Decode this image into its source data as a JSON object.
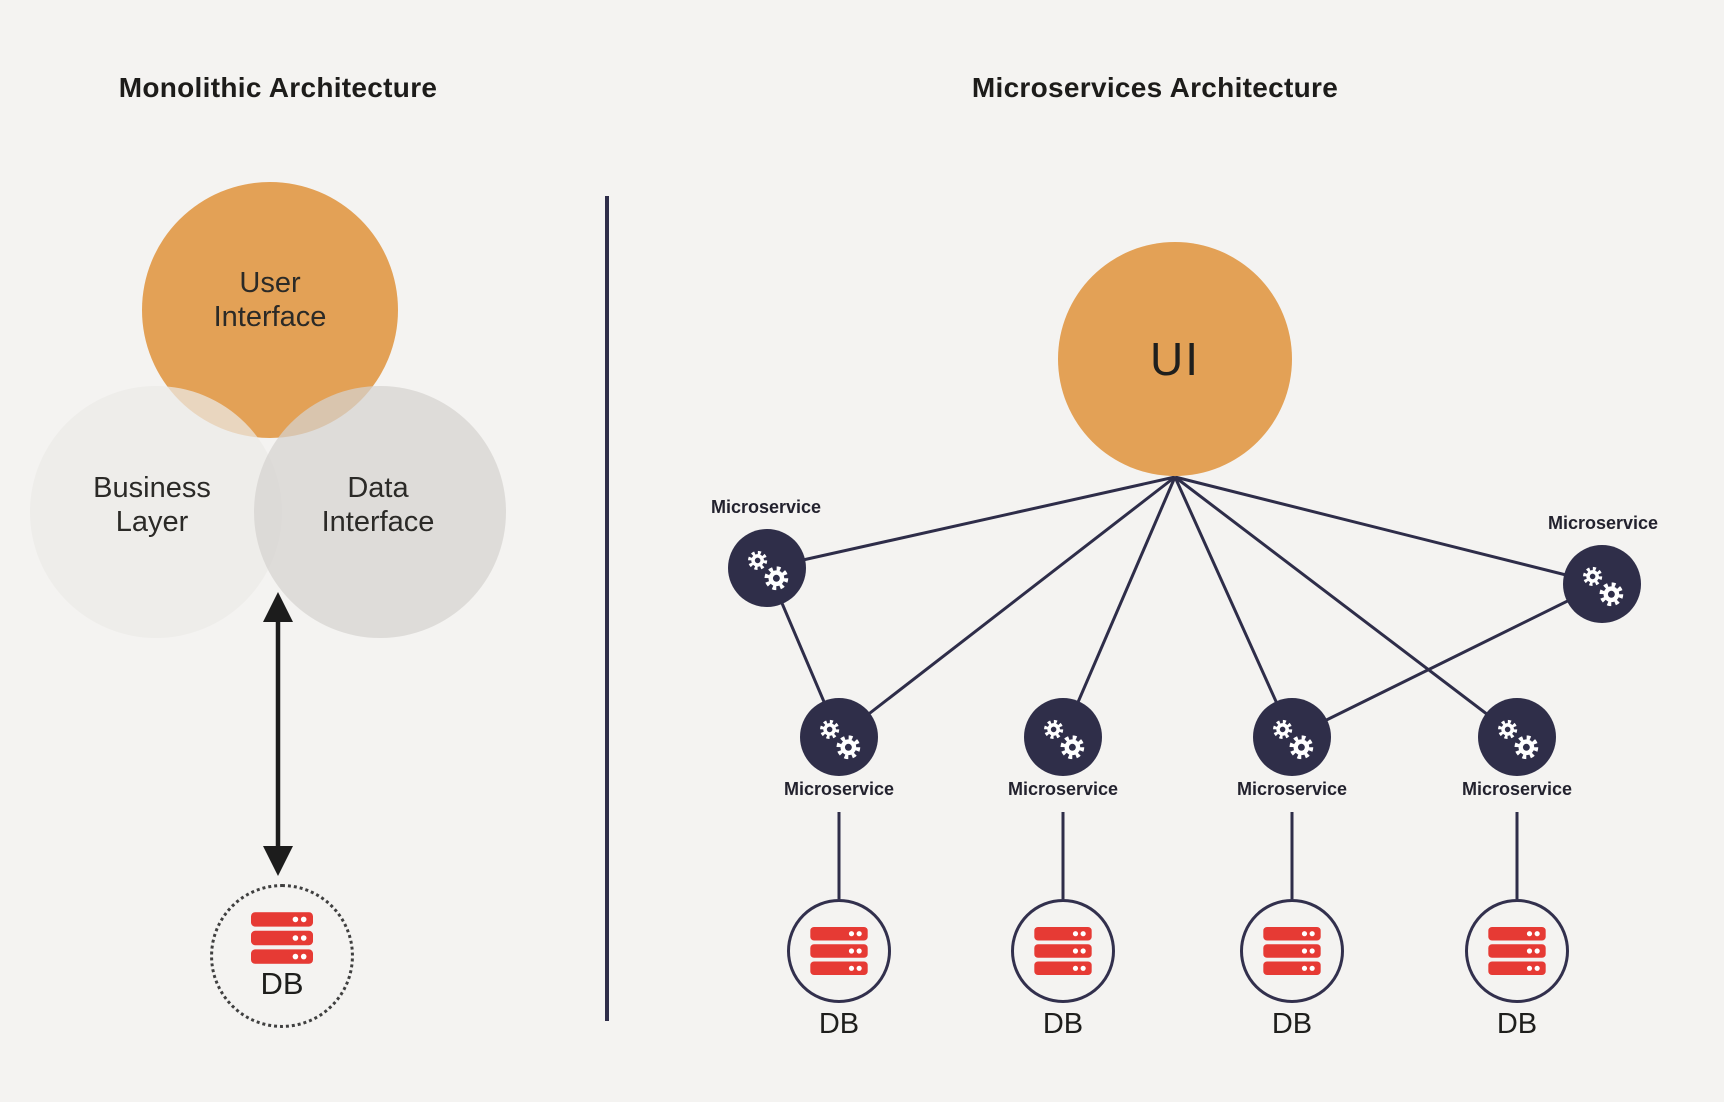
{
  "colors": {
    "background": "#f4f3f1",
    "accent_orange": "#e3a156",
    "node_navy": "#2f2e49",
    "wire_navy": "#2e2d49",
    "db_red": "#e63a34",
    "venn_light_gray": "#eceae7",
    "venn_gray": "#d9d7d4",
    "text_dark": "#1d1c1a"
  },
  "monolith": {
    "title": "Monolithic Architecture",
    "layers": [
      {
        "name": "user-interface",
        "line1": "User",
        "line2": "Interface"
      },
      {
        "name": "business-layer",
        "line1": "Business",
        "line2": "Layer"
      },
      {
        "name": "data-interface",
        "line1": "Data",
        "line2": "Interface"
      }
    ],
    "db_label": "DB"
  },
  "microservices": {
    "title": "Microservices Architecture",
    "ui_label": "UI",
    "service_label": "Microservice",
    "db_label": "DB"
  },
  "icons": {
    "gears": "gears-icon",
    "database": "database-icon",
    "arrow": "bidirectional-arrow-icon"
  }
}
